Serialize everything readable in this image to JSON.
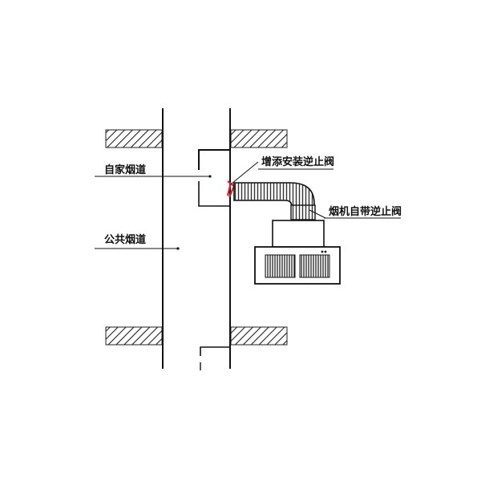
{
  "labels": {
    "private_flue": "自家烟道",
    "public_flue": "公共烟道",
    "added_check_valve": "增添安装逆止阀",
    "hood_builtin_valve": "烟机自带逆止阀"
  },
  "colors": {
    "line": "#111111",
    "hatch": "#222222",
    "valve": "#d0202a",
    "background": "#ffffff"
  }
}
